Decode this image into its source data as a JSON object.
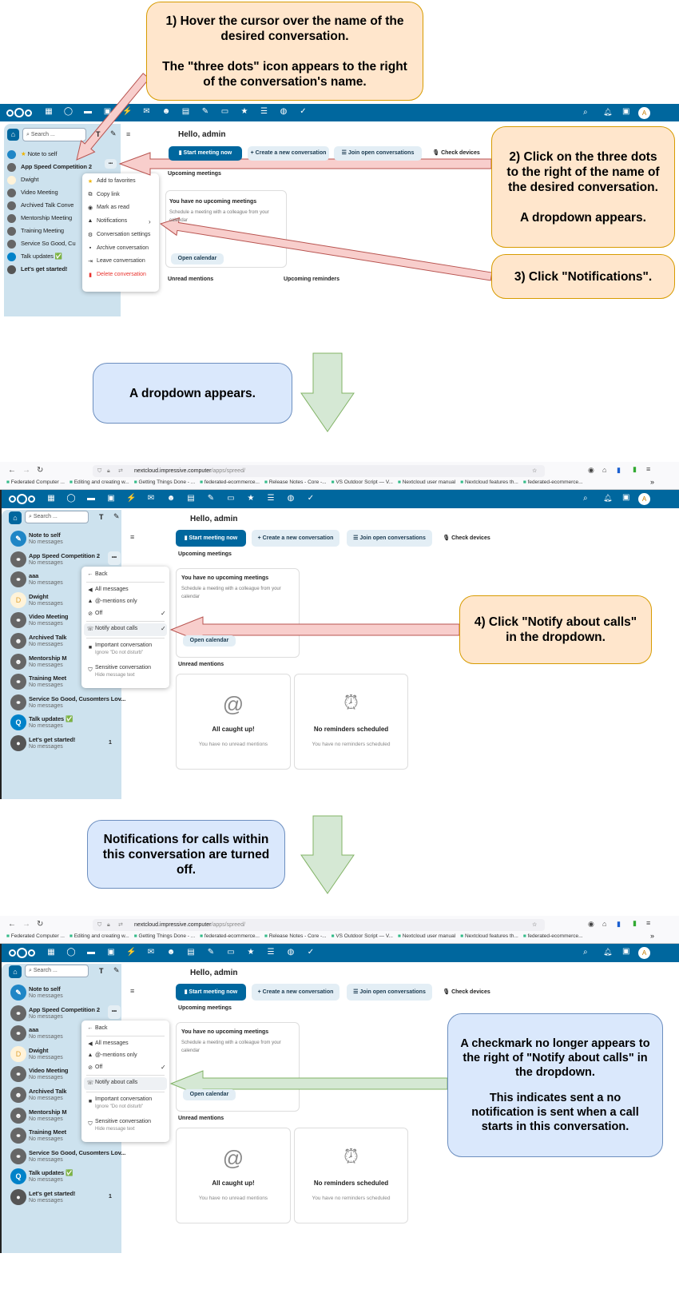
{
  "callouts": {
    "step1": {
      "line1": "1) Hover the cursor over the name of the desired conversation.",
      "line2": "The \"three dots\" icon appears to the right of the conversation's name."
    },
    "step2": {
      "line1": "2) Click on the three dots to the right of the name of the desired conversation.",
      "line2": "A dropdown appears."
    },
    "step3": {
      "line1": "3) Click \"Notifications\"."
    },
    "result1": {
      "line1": "A dropdown appears."
    },
    "step4": {
      "line1": "4) Click \"Notify about calls\" in the dropdown."
    },
    "result2": {
      "line1": "Notifications for calls within this conversation are turned off."
    },
    "result3": {
      "line1": "A checkmark no longer appears to the right of \"Notify about calls\" in the dropdown.",
      "line2": "This indicates sent a no notification is sent when a call starts in this conversation."
    }
  },
  "colors": {
    "nextcloud_blue": "#00679e",
    "callout_peach": "#ffe6cc",
    "callout_blue": "#dae8fc",
    "arrow_pink": "#f8cecc",
    "arrow_green": "#d5e8d4",
    "danger": "#e9322d"
  },
  "browser": {
    "url_host": "nextcloud.impressive.computer",
    "url_path": "/apps/spreed/",
    "bookmarks": [
      "Federated Computer ...",
      "Editing and creating w...",
      "Getting Things Done - ...",
      "federated-ecommerce...",
      "Release Notes - Core -...",
      "VS Outdoor Script — V...",
      "Nextcloud user manual",
      "Nextcloud features th...",
      "federated-ecommerce..."
    ],
    "more_bookmarks": "»"
  },
  "talk": {
    "search_placeholder": "Search ...",
    "avatar_letter": "A",
    "greeting": "Hello, admin",
    "buttons": {
      "start_meeting": "Start meeting now",
      "create_conversation": "Create a new conversation",
      "join_open": "Join open conversations",
      "check_devices": "Check devices",
      "open_calendar": "Open calendar"
    },
    "upcoming_meetings": "Upcoming meetings",
    "no_meetings_title": "You have no upcoming meetings",
    "no_meetings_text": "Schedule a meeting with a colleague from your calendar",
    "unread_mentions": "Unread mentions",
    "upcoming_reminders": "Upcoming reminders",
    "all_caught_up": "All caught up!",
    "no_unread": "You have no unread mentions",
    "no_reminders_title": "No reminders scheduled",
    "no_reminders_text": "You have no reminders scheduled",
    "dots_label": "•••",
    "no_messages": "No messages",
    "unread_badge": "1",
    "conversations": [
      "Note to self",
      "App Speed Competition 2",
      "aaa",
      "Dwight",
      "Video Meeting",
      "Archived Talk",
      "Mentorship M",
      "Training Meet",
      "Service So Good, Cusomters Lov...",
      "Talk updates ✅",
      "Let's get started!"
    ],
    "dwight_initial": "D",
    "submenu": {
      "back": "Back",
      "all_messages": "All messages",
      "mentions_only": "@-mentions only",
      "off": "Off",
      "notify_calls": "Notify about calls",
      "important": "Important conversation",
      "important_sub": "Ignore \"Do not disturb\"",
      "sensitive": "Sensitive conversation",
      "sensitive_sub": "Hide message text"
    }
  },
  "panel1": {
    "conversations": [
      "Note to self",
      "App Speed Competition 2",
      "Dwight",
      "Video Meeting",
      "Archived Talk Conve",
      "Mentorship Meeting",
      "Training Meeting",
      "Service So Good, Cu",
      "Talk updates ✅",
      "Let's get started!"
    ],
    "menu": [
      "Add to favorites",
      "Copy link",
      "Mark as read",
      "Notifications",
      "Conversation settings",
      "Archive conversation",
      "Leave conversation",
      "Delete conversation"
    ]
  },
  "panel2": {
    "off_checked": true,
    "notify_about_calls_checked": true
  },
  "panel3": {
    "off_checked": true,
    "notify_about_calls_checked": false
  }
}
